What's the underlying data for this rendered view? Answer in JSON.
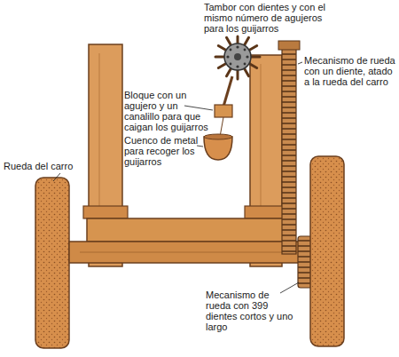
{
  "diagram": {
    "labels": [
      "Tambor con dientes y con el mismo número de agujeros para los guijarros",
      "Bloque con un agujero y un canalillo para que caigan los guijarros",
      "Cuenco de metal para recoger los guijarros",
      "Mecanismo de rueda con un diente, atado a la rueda del carro",
      "Rueda del carro",
      "Mecanismo de rueda con 399 dientes cortos y uno largo"
    ]
  }
}
